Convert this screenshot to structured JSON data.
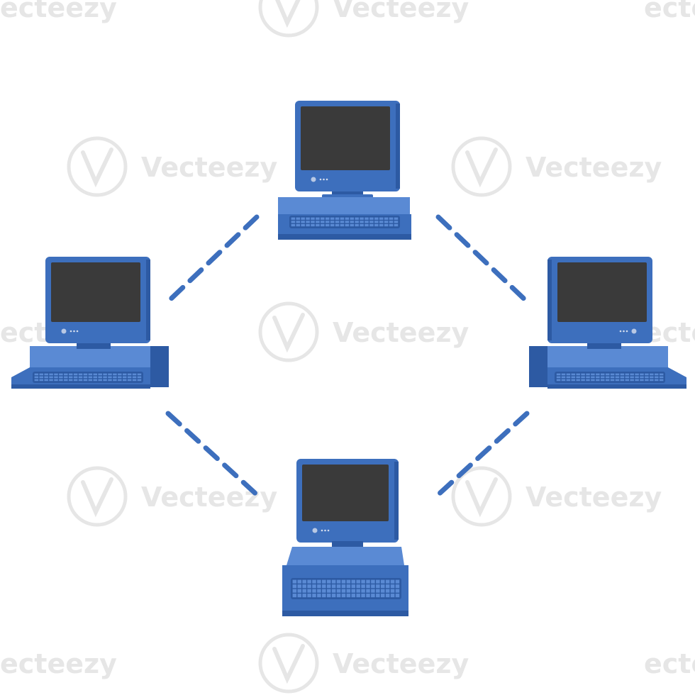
{
  "diagram": {
    "topology": "ring",
    "node_count": 4,
    "connector_style": "dashed",
    "colors": {
      "device_blue": "#3d6fbd",
      "device_blue_dark": "#2d5aa3",
      "device_blue_light": "#5a8ad4",
      "screen": "#3a3a3a",
      "connector": "#3d6fbd",
      "background": "#ffffff",
      "watermark": "#e6e6e6"
    },
    "nodes": [
      {
        "name": "computer-top",
        "icon": "desktop-computer-icon"
      },
      {
        "name": "computer-left",
        "icon": "desktop-computer-icon"
      },
      {
        "name": "computer-right",
        "icon": "desktop-computer-icon"
      },
      {
        "name": "computer-bottom",
        "icon": "desktop-computer-icon"
      }
    ]
  },
  "watermark": {
    "text": "Vecteezy",
    "partial_text": "ecteezy",
    "icon": "vecteezy-logo-icon"
  }
}
